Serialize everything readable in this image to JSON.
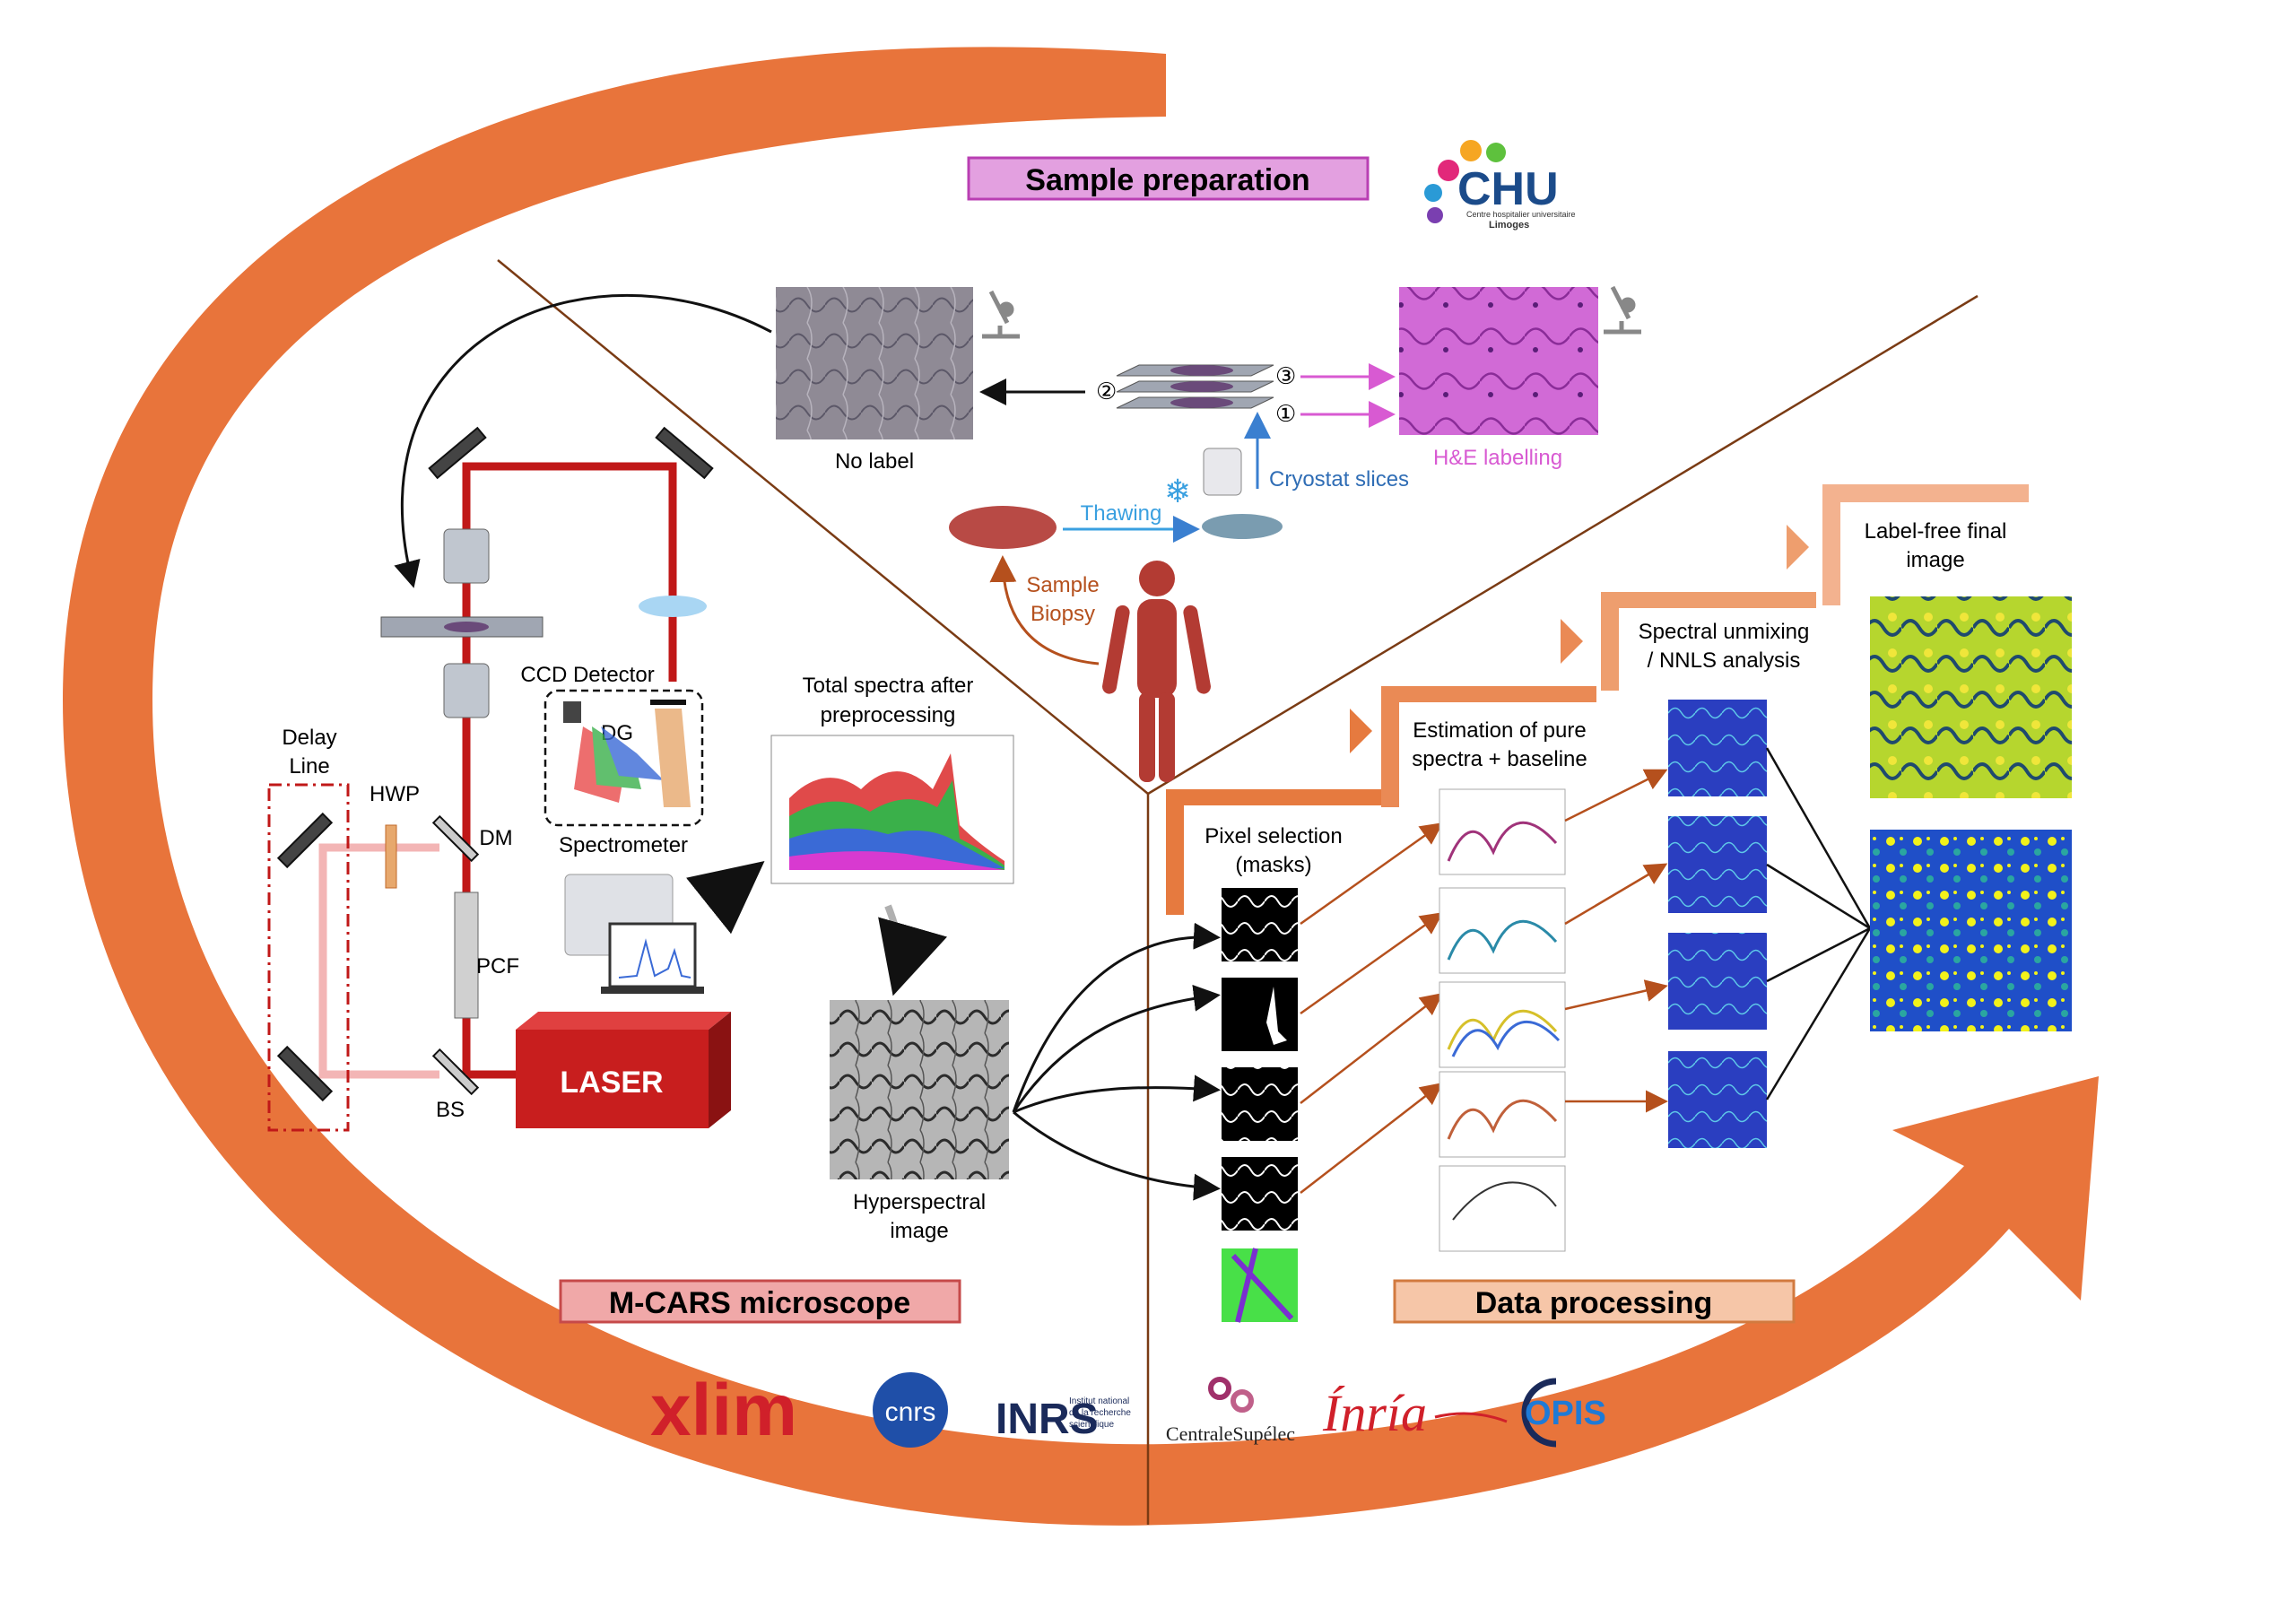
{
  "sections": {
    "sample_preparation": "Sample preparation",
    "mcars": "M-CARS microscope",
    "data_processing": "Data processing"
  },
  "sample_prep": {
    "no_label": "No label",
    "he_label": "H&E labelling",
    "thawing": "Thawing",
    "cryostat": "Cryostat slices",
    "biopsy": "Sample\nBiopsy",
    "slice_1": "①",
    "slice_2": "②",
    "slice_3": "③"
  },
  "microscope": {
    "ccd": "CCD Detector",
    "dg": "DG",
    "spectrometer": "Spectrometer",
    "delay_line": "Delay\nLine",
    "hwp": "HWP",
    "dm": "DM",
    "pcf": "PCF",
    "bs": "BS",
    "laser": "LASER",
    "total_spectra": "Total spectra after\npreprocessing",
    "hyperspectral": "Hyperspectral\nimage"
  },
  "processing": {
    "pixel_selection": "Pixel selection\n(masks)",
    "estimation": "Estimation of pure\nspectra + baseline",
    "unmixing": "Spectral unmixing\n/ NNLS analysis",
    "final": "Label-free final\nimage"
  },
  "logos": {
    "chu": "CHU",
    "chu_sub1": "Centre hospitalier universitaire",
    "chu_sub2": "Limoges",
    "xlim": "xlim",
    "cnrs": "cnrs",
    "inrs": "INRS",
    "inrs_sub": "Institut national\nde la recherche\nscientifique",
    "centrale": "CentraleSupélec",
    "inria": "Ínría",
    "opis": "OPIS"
  },
  "colors": {
    "big_arrow": "#e8743b",
    "sample_box": "#e3a0e0",
    "mcars_box": "#f0a8a8",
    "data_box": "#f6c6a8",
    "laser": "#c81e1e",
    "beam": "#c01818"
  }
}
